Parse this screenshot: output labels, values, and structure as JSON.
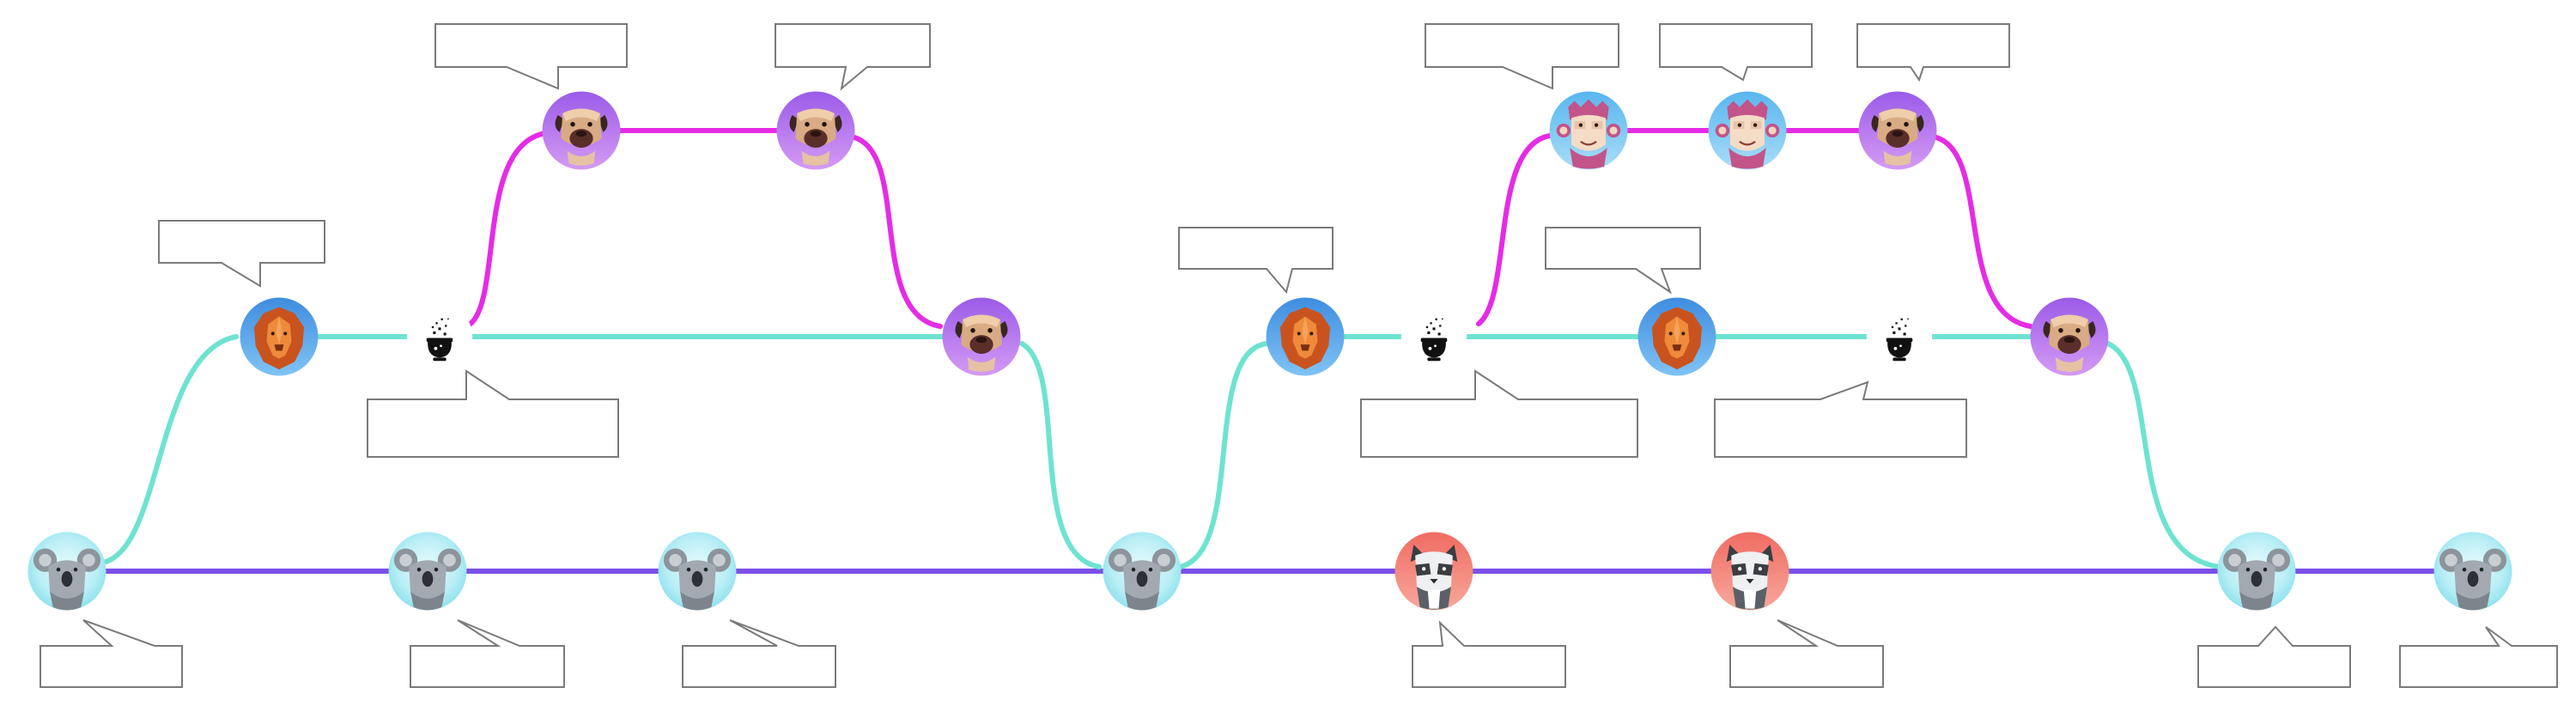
{
  "colors": {
    "main_branch": "#7a4fe8",
    "feature_branch": "#6ee3d0",
    "sub_branch": "#e62be6",
    "bubble_border": "#7a7a7a",
    "bubble_fill": "#ffffff"
  },
  "nodes": [
    {
      "id": "koala-1",
      "avatar": "koala",
      "lane": "main"
    },
    {
      "id": "lion-1",
      "avatar": "lion",
      "lane": "feature"
    },
    {
      "id": "merge-1",
      "avatar": "cauldron",
      "lane": "feature"
    },
    {
      "id": "pug-1",
      "avatar": "pug",
      "lane": "sub"
    },
    {
      "id": "pug-2",
      "avatar": "pug",
      "lane": "sub"
    },
    {
      "id": "pug-3",
      "avatar": "pug",
      "lane": "feature"
    },
    {
      "id": "koala-2",
      "avatar": "koala",
      "lane": "main"
    },
    {
      "id": "koala-3",
      "avatar": "koala",
      "lane": "main"
    },
    {
      "id": "koala-4",
      "avatar": "koala",
      "lane": "main"
    },
    {
      "id": "lion-2",
      "avatar": "lion",
      "lane": "feature"
    },
    {
      "id": "merge-2",
      "avatar": "cauldron",
      "lane": "feature"
    },
    {
      "id": "monkey-1",
      "avatar": "monkey",
      "lane": "sub"
    },
    {
      "id": "monkey-2",
      "avatar": "monkey",
      "lane": "sub"
    },
    {
      "id": "pug-4",
      "avatar": "pug",
      "lane": "sub"
    },
    {
      "id": "lion-3",
      "avatar": "lion",
      "lane": "feature"
    },
    {
      "id": "merge-3",
      "avatar": "cauldron",
      "lane": "feature"
    },
    {
      "id": "pug-5",
      "avatar": "pug",
      "lane": "feature"
    },
    {
      "id": "raccoon-1",
      "avatar": "raccoon",
      "lane": "main"
    },
    {
      "id": "raccoon-2",
      "avatar": "raccoon",
      "lane": "main"
    },
    {
      "id": "koala-5",
      "avatar": "koala",
      "lane": "main"
    },
    {
      "id": "koala-6",
      "avatar": "koala",
      "lane": "main"
    }
  ],
  "callouts": [
    {
      "id": "callout-1",
      "text": ""
    },
    {
      "id": "callout-2",
      "text": ""
    },
    {
      "id": "callout-3",
      "text": ""
    },
    {
      "id": "callout-4",
      "text": ""
    },
    {
      "id": "callout-5",
      "text": ""
    },
    {
      "id": "callout-6",
      "text": ""
    },
    {
      "id": "callout-7",
      "text": ""
    },
    {
      "id": "callout-8",
      "text": ""
    },
    {
      "id": "callout-9",
      "text": ""
    },
    {
      "id": "callout-10",
      "text": ""
    },
    {
      "id": "callout-11",
      "text": ""
    },
    {
      "id": "callout-12",
      "text": ""
    },
    {
      "id": "callout-13",
      "text": ""
    },
    {
      "id": "callout-14",
      "text": ""
    },
    {
      "id": "callout-15",
      "text": ""
    },
    {
      "id": "callout-16",
      "text": ""
    },
    {
      "id": "callout-17",
      "text": ""
    },
    {
      "id": "callout-18",
      "text": ""
    },
    {
      "id": "callout-19",
      "text": ""
    },
    {
      "id": "callout-20",
      "text": ""
    }
  ]
}
